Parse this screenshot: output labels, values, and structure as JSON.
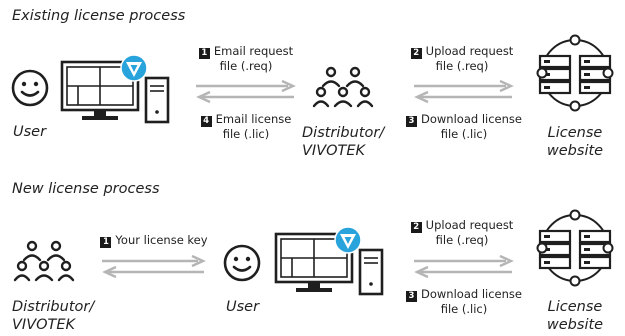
{
  "existing": {
    "heading": "Existing license process",
    "user_label": "User",
    "distributor_label": [
      "Distributor/",
      "VIVOTEK"
    ],
    "website_label": [
      "License",
      "website"
    ],
    "steps": [
      {
        "num": "1",
        "line1": "Email request",
        "line2": "file (.req)"
      },
      {
        "num": "2",
        "line1": "Upload request",
        "line2": "file (.req)"
      },
      {
        "num": "3",
        "line1": "Download license",
        "line2": "file (.lic)"
      },
      {
        "num": "4",
        "line1": "Email license",
        "line2": "file (.lic)"
      }
    ]
  },
  "new": {
    "heading": "New license process",
    "distributor_label": [
      "Distributor/",
      "VIVOTEK"
    ],
    "user_label": "User",
    "website_label": [
      "License",
      "website"
    ],
    "steps": [
      {
        "num": "1",
        "line1": "Your license key"
      },
      {
        "num": "2",
        "line1": "Upload request",
        "line2": "file (.req)"
      },
      {
        "num": "3",
        "line1": "Download license",
        "line2": "file (.lic)"
      }
    ]
  },
  "colors": {
    "arrow": "#b5b5b5",
    "icon_stroke": "#1f1f1f",
    "logo_blue": "#29a3dc",
    "step_badge": "#1a1a1a"
  }
}
